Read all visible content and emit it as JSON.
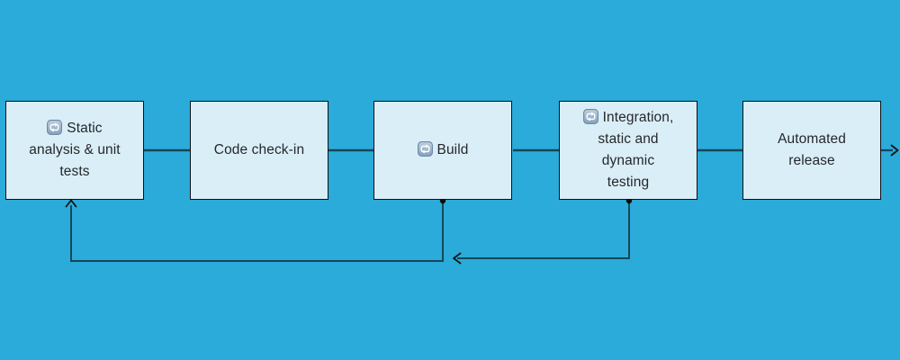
{
  "diagram": {
    "type": "flowchart",
    "direction": "left-to-right",
    "colors": {
      "canvas_background": "#2BABD9",
      "node_fill": "#DAEEF7",
      "node_border": "#0C1116",
      "edge_line": "#17465A",
      "arrowhead_and_dot": "#141414",
      "label_text": "#24282C",
      "icon_square_top": "#BFD0DF",
      "icon_square_bottom": "#84A0BD",
      "icon_glyph": "#FFFFFF"
    },
    "nodes": [
      {
        "id": "static-analysis-unit-tests",
        "icon": "repeat-cycle-icon",
        "label": [
          "Static",
          "analysis & unit",
          "tests"
        ]
      },
      {
        "id": "code-check-in",
        "icon": null,
        "label": [
          "Code check-in"
        ]
      },
      {
        "id": "build",
        "icon": "repeat-cycle-icon",
        "label": [
          "Build"
        ]
      },
      {
        "id": "integration-static-dynamic-testing",
        "icon": "repeat-cycle-icon",
        "label": [
          "Integration,",
          "static and",
          "dynamic",
          "testing"
        ]
      },
      {
        "id": "automated-release",
        "icon": null,
        "label": [
          "Automated",
          "release"
        ]
      }
    ],
    "edges": [
      {
        "from": "static-analysis-unit-tests",
        "to": "code-check-in",
        "style": "plain"
      },
      {
        "from": "code-check-in",
        "to": "build",
        "style": "plain"
      },
      {
        "from": "build",
        "to": "integration-static-dynamic-testing",
        "style": "plain"
      },
      {
        "from": "integration-static-dynamic-testing",
        "to": "automated-release",
        "style": "plain"
      },
      {
        "from": "automated-release",
        "to": "offscreen-right",
        "style": "arrow"
      },
      {
        "from": "build",
        "to": "static-analysis-unit-tests",
        "style": "feedback-loop-below, dot at source, arrow at target"
      },
      {
        "from": "integration-static-dynamic-testing",
        "to": "build-feedback-line",
        "style": "feedback-loop-below, dot at source, arrow at target"
      }
    ]
  }
}
